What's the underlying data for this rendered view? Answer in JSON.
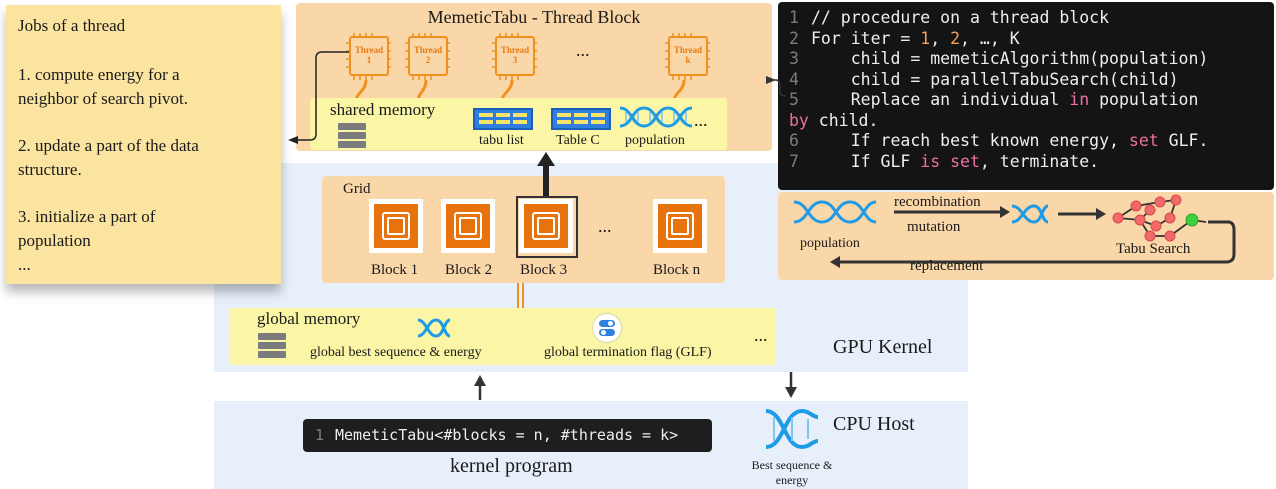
{
  "jobs": {
    "title": "Jobs of a thread",
    "item1_line1": "1. compute energy for a",
    "item1_line2": "neighbor of search pivot.",
    "item2_line1": "2. update a part of the data",
    "item2_line2": "structure.",
    "item3_line1": "3. initialize a part of",
    "item3_line2": "population",
    "ellipsis": "..."
  },
  "thread_block": {
    "title": "MemeticTabu - Thread Block",
    "threads": [
      {
        "top": "Thread",
        "bottom": "1"
      },
      {
        "top": "Thread",
        "bottom": "2"
      },
      {
        "top": "Thread",
        "bottom": "3"
      },
      {
        "top": "Thread",
        "bottom": "k"
      }
    ],
    "ellipsis": "..."
  },
  "shared_memory": {
    "label": "shared memory",
    "tabu_list": "tabu list",
    "table_c": "Table C",
    "population": "population",
    "ellipsis": "..."
  },
  "grid": {
    "label": "Grid",
    "blocks": [
      "Block 1",
      "Block 2",
      "Block 3",
      "Block n"
    ],
    "ellipsis": "..."
  },
  "global_memory": {
    "label": "global memory",
    "best_sequence": "global best sequence & energy",
    "termination_flag": "global termination flag (GLF)",
    "ellipsis": "..."
  },
  "gpu_kernel_label": "GPU Kernel",
  "cpu_host": {
    "label": "CPU Host",
    "kernel_program_label": "kernel program",
    "kernel_code_line_no": "1",
    "kernel_code": "MemeticTabu<#blocks = n, #threads = k>",
    "best_line1": "Best sequence &",
    "best_line2": "energy"
  },
  "code": {
    "l1_no": "1",
    "l1": "// procedure on a thread block",
    "l2_no": "2",
    "l2_a": "For iter = ",
    "l2_n1": "1",
    "l2_b": ", ",
    "l2_n2": "2",
    "l2_c": ", …, K",
    "l3_no": "3",
    "l3": "    child = memeticAlgorithm(population)",
    "l4_no": "4",
    "l4": "    child = parallelTabuSearch(child)",
    "l5_no": "5",
    "l5_a": "    Replace an individual ",
    "l5_kw": "in",
    "l5_b": " population",
    "l5w_kw": "by",
    "l5w_b": " child.",
    "l6_no": "6",
    "l6_a": "    If reach best known energy, ",
    "l6_kw": "set",
    "l6_b": " GLF.",
    "l7_no": "7",
    "l7_a": "    If GLF ",
    "l7_kw": "is set",
    "l7_b": ", terminate."
  },
  "flow": {
    "population": "population",
    "recombination": "recombination",
    "mutation": "mutation",
    "tabu_search": "Tabu Search",
    "replacement": "replacement"
  },
  "colors": {
    "orange_panel": "#fad7a8",
    "yellow_memory": "#fbf5a6",
    "note_yellow": "#fae4a0",
    "blue_panel": "#e7f0fa",
    "chip_orange": "#e8720c",
    "code_bg": "#141414",
    "dna_blue": "#1e9be6"
  }
}
